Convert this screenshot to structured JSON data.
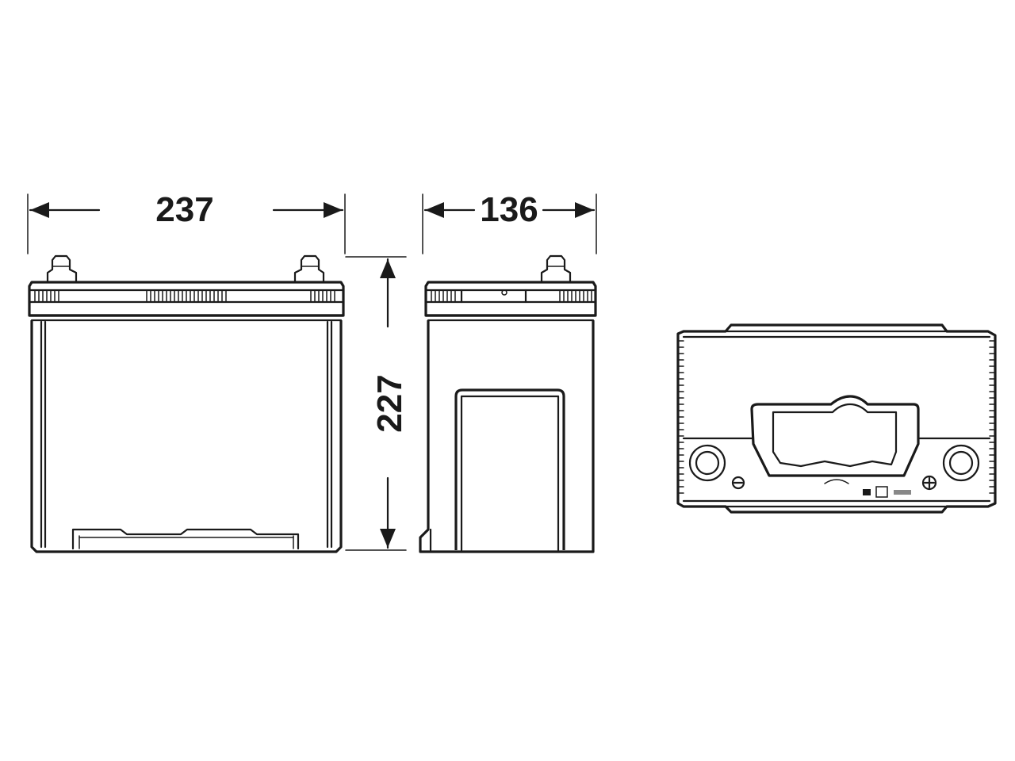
{
  "dimensions": {
    "length": "237",
    "width": "136",
    "height": "227"
  },
  "colors": {
    "line": "#1a1a1a",
    "background": "#ffffff"
  }
}
